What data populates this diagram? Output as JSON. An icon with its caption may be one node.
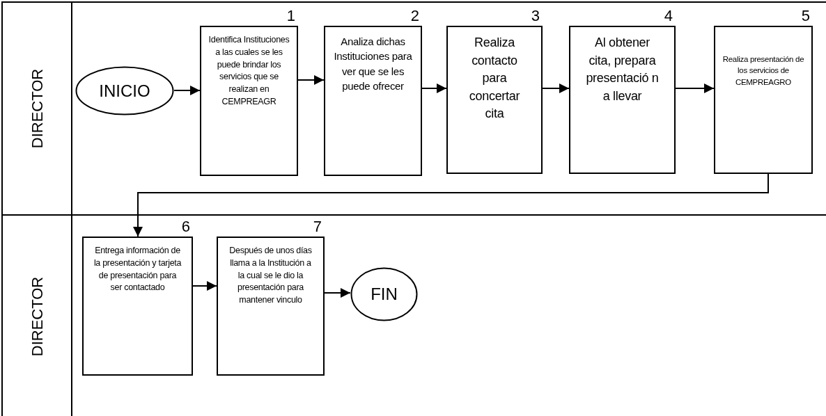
{
  "diagram": {
    "nodes": [
      {
        "text": [
          "DIRECTOR"
        ]
      },
      {
        "text": [
          "INICIO"
        ],
        "in": 0
      },
      {
        "text": [
          "Identifica Instituciones a las cuales se les puede brindar los servicios que se realizan en CEMPREAGR"
        ],
        "in": 0,
        "beside": [
          "1"
        ]
      },
      {
        "text": [
          "Analiza dichas Instituciones para ver que se les puede ofrecer"
        ],
        "in": 0,
        "beside": [
          "2"
        ]
      },
      {
        "text": [
          "Realiza contacto para concertar cita"
        ],
        "in": 0,
        "beside": [
          "3"
        ]
      },
      {
        "text": [
          "Al obtener cita, prepara presentació n a llevar"
        ],
        "in": 0,
        "beside": [
          "4"
        ]
      },
      {
        "text": [
          "Realiza presentación de los servicios de CEMPREAGRO"
        ],
        "in": 0,
        "beside": [
          "5"
        ]
      },
      {
        "text": [
          "DIRECTOR"
        ]
      },
      {
        "text": [
          "Entrega información de la presentación y tarjeta de presentación para ser contactado"
        ],
        "in": 7,
        "beside": [
          "6"
        ]
      },
      {
        "text": [
          "Después de unos días llama a la Institución a la cual se le dio la presentación para mantener vinculo"
        ],
        "in": 7,
        "beside": [
          "7"
        ]
      },
      {
        "text": [
          "FIN"
        ],
        "in": 7
      }
    ],
    "edges": [
      {
        "from": 1,
        "to": 2,
        "arrow": "to"
      },
      {
        "from": 2,
        "to": 3,
        "arrow": "to"
      },
      {
        "from": 3,
        "to": 4,
        "arrow": "to"
      },
      {
        "from": 4,
        "to": 5,
        "arrow": "to"
      },
      {
        "from": 5,
        "to": 6,
        "arrow": "to"
      },
      {
        "from": 6,
        "to": 8,
        "arrow": "to"
      },
      {
        "from": 8,
        "to": 9,
        "arrow": "to"
      },
      {
        "from": 9,
        "to": 10,
        "arrow": "to"
      }
    ]
  }
}
